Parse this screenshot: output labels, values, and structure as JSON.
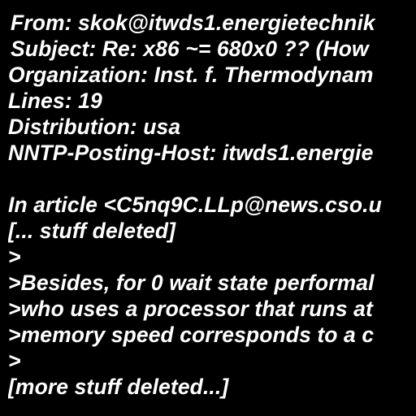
{
  "colors": {
    "background": "#000000",
    "text": "#ffffff"
  },
  "message": {
    "from": "From: skok@itwds1.energietechnik",
    "subject": "Subject: Re: x86 ~= 680x0 ?? (How",
    "organization": "Organization: Inst. f. Thermodynam",
    "lines": "Lines: 19",
    "distribution": "Distribution: usa",
    "posting_host": "NNTP-Posting-Host: itwds1.energie",
    "blank": "",
    "body": [
      "In article <C5nq9C.LLp@news.cso.u",
      "[... stuff deleted]",
      ">",
      ">Besides, for 0 wait state performal",
      ">who uses a processor that runs at",
      ">memory speed corresponds to a c",
      ">",
      "[more stuff deleted...]"
    ]
  }
}
